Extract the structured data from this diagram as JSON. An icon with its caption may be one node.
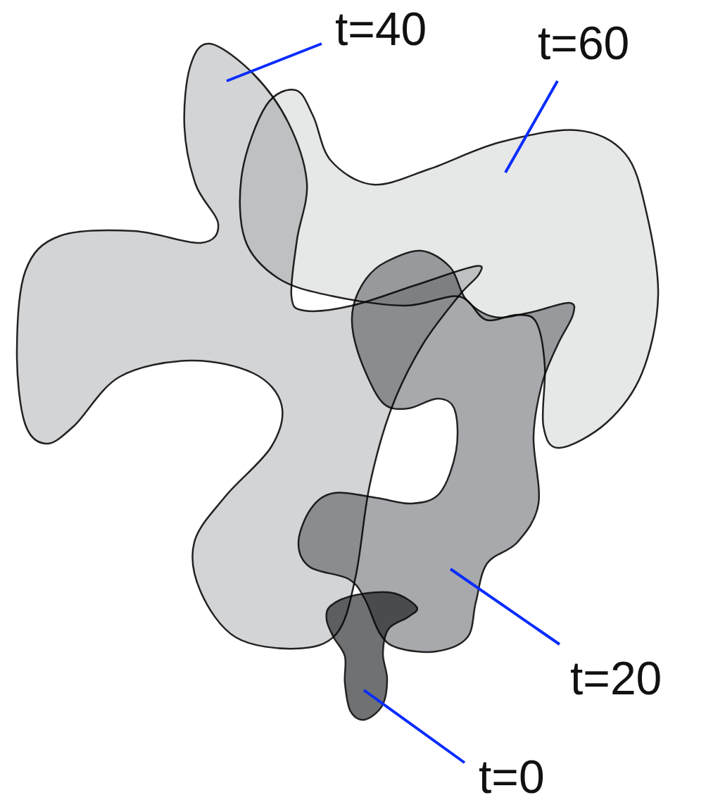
{
  "diagram": {
    "nodes": [
      {
        "text": [
          "t=40"
        ]
      },
      {
        "text": [
          "t=60"
        ]
      },
      {
        "text": [],
        "shape": "blob"
      },
      {
        "text": [],
        "shape": "blob"
      },
      {
        "text": [],
        "shape": "blob"
      },
      {
        "text": [
          "t=20"
        ]
      },
      {
        "text": [],
        "shape": "blob"
      },
      {
        "text": [
          "t=0"
        ]
      }
    ],
    "edges": [
      {
        "from": 0,
        "to": 2,
        "arrow": "none"
      },
      {
        "from": 1,
        "to": 3,
        "arrow": "none"
      },
      {
        "from": 5,
        "to": 4,
        "arrow": "none"
      },
      {
        "from": 7,
        "to": 6,
        "arrow": "none"
      }
    ]
  }
}
